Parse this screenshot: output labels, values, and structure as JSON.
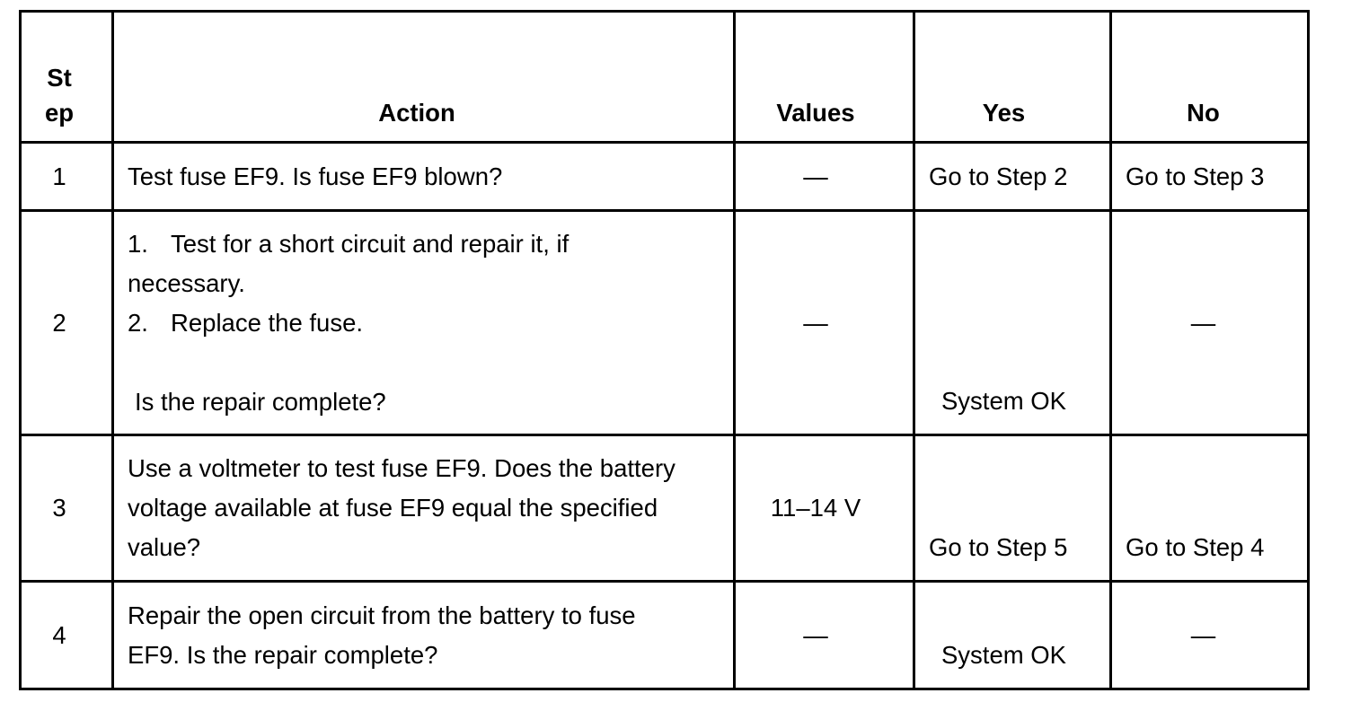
{
  "table": {
    "headers": {
      "step": [
        "St",
        "ep"
      ],
      "action": "Action",
      "values": "Values",
      "yes": "Yes",
      "no": "No"
    },
    "rows": [
      {
        "step": "1",
        "action": "Test fuse EF9. Is fuse EF9 blown?",
        "values": "—",
        "yes": "Go to Step 2",
        "no": "Go to Step 3"
      },
      {
        "step": "2",
        "action_items": [
          {
            "marker": "1.",
            "text": "Test for a short circuit and repair it, if necessary."
          },
          {
            "marker": "2.",
            "text": "Replace the fuse."
          }
        ],
        "action_question": "Is the repair complete?",
        "values": "—",
        "yes": "System OK",
        "no": "—"
      },
      {
        "step": "3",
        "action": "Use a voltmeter to test fuse EF9. Does the battery voltage available at fuse EF9 equal the specified value?",
        "values": "11–14 V",
        "yes": "Go to Step 5",
        "no": "Go to Step 4"
      },
      {
        "step": "4",
        "action": "Repair the open circuit from the battery to fuse EF9. Is the repair complete?",
        "values": "—",
        "yes": "System OK",
        "no": "—"
      }
    ]
  }
}
